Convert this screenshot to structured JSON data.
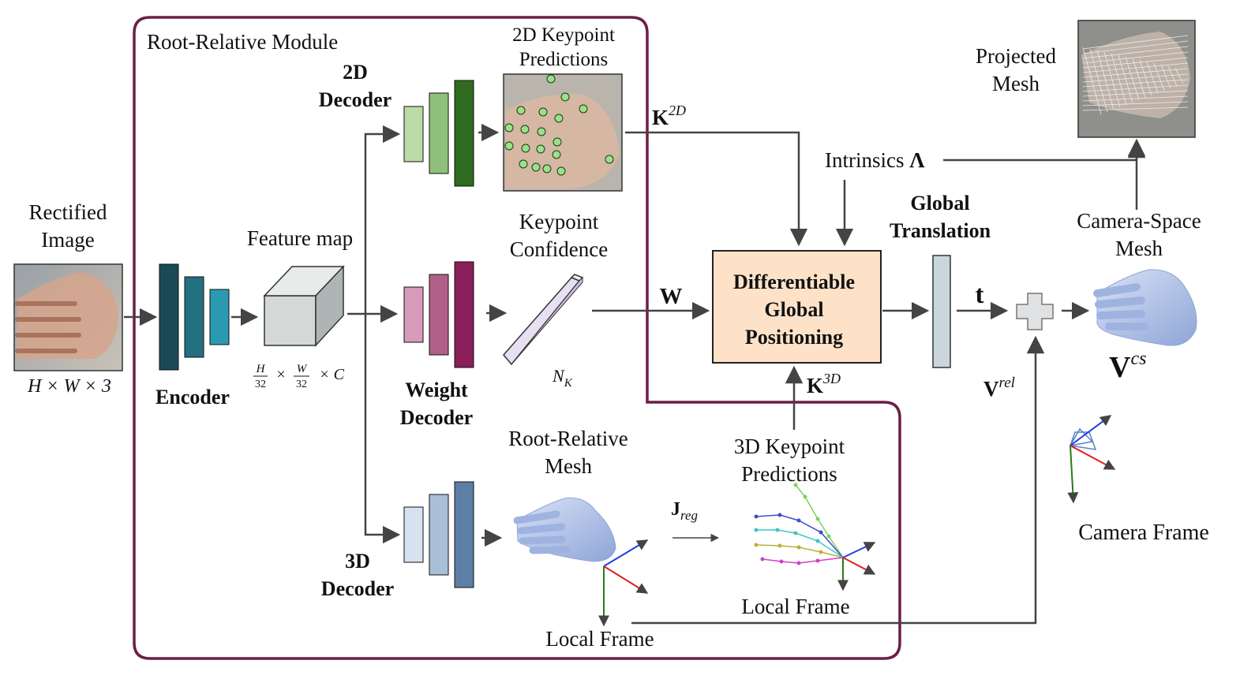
{
  "module_title": "Root-Relative Module",
  "input": {
    "label_line1": "Rectified",
    "label_line2": "Image",
    "dims": "H × W × 3"
  },
  "encoder_label": "Encoder",
  "feature_map": {
    "label": "Feature map",
    "dims_h": "H",
    "dims_32a": "32",
    "dims_times1": "×",
    "dims_w": "W",
    "dims_32b": "32",
    "dims_times2": "× C"
  },
  "decoder_2d": {
    "line1": "2D",
    "line2": "Decoder"
  },
  "decoder_weight": {
    "line1": "Weight",
    "line2": "Decoder"
  },
  "decoder_3d": {
    "line1": "3D",
    "line2": "Decoder"
  },
  "kp2d_title": {
    "line1": "2D Keypoint",
    "line2": "Predictions"
  },
  "kp_conf_title": {
    "line1": "Keypoint",
    "line2": "Confidence"
  },
  "nk_label": {
    "base": "N",
    "sub": "K"
  },
  "rr_mesh_title": {
    "line1": "Root-Relative",
    "line2": "Mesh"
  },
  "local_frame_mesh": "Local Frame",
  "jreg": {
    "base": "J",
    "sub": "reg"
  },
  "kp3d_title": {
    "line1": "3D Keypoint",
    "line2": "Predictions"
  },
  "local_frame_kp": "Local Frame",
  "k2d": {
    "base": "K",
    "sup": "2D"
  },
  "k3d": {
    "base": "K",
    "sup": "3D"
  },
  "w_label": "W",
  "intrinsics": {
    "text": "Intrinsics ",
    "symbol": "Λ"
  },
  "dgp": {
    "line1": "Differentiable",
    "line2": "Global",
    "line3": "Positioning"
  },
  "global_translation": {
    "line1": "Global",
    "line2": "Translation"
  },
  "t_label": "t",
  "v_rel": {
    "base": "V",
    "sup": "rel"
  },
  "camera_space_mesh": {
    "line1": "Camera-Space",
    "line2": "Mesh"
  },
  "v_cs": {
    "base": "V",
    "sup": "cs"
  },
  "projected_mesh": {
    "line1": "Projected",
    "line2": "Mesh"
  },
  "camera_frame": "Camera Frame",
  "colors": {
    "module_border": "#6b1f45",
    "encoder": [
      "#1b4a57",
      "#22707f",
      "#2a9ab3"
    ],
    "decoder_2d": [
      "#bddba8",
      "#8fc07a",
      "#2f6b1e"
    ],
    "decoder_weight": [
      "#d89bbb",
      "#b06088",
      "#8a1f5a"
    ],
    "decoder_3d": [
      "#d7e2f0",
      "#a9bfd8",
      "#5e7fa4"
    ],
    "dgp_fill": "#fde2c8",
    "translation_bar": "#c9d6dc",
    "hand_mesh": "#b9c9f0",
    "keypoint_dot": "#9be08a",
    "axis_x": "#e02020",
    "axis_y": "#2a7a1a",
    "axis_z": "#1f3fe0"
  }
}
